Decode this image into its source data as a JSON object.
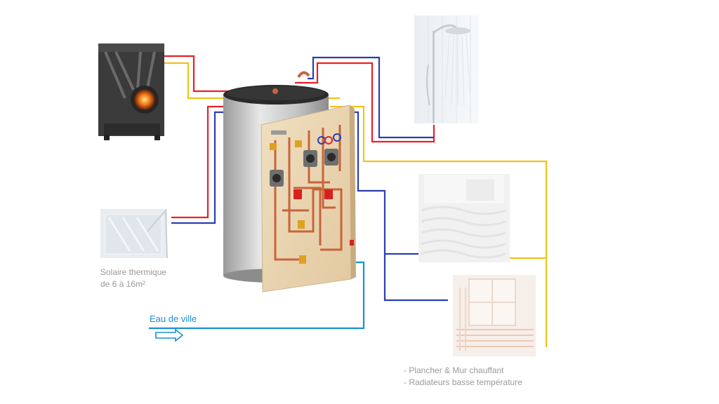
{
  "captions": {
    "solar_line1": "Solaire thermique",
    "solar_line2": "de 6 à 16m²",
    "mains_water": "Eau de ville",
    "emitters_line1": "- Plancher & Mur chauffant",
    "emitters_line2": "- Radiateurs basse température"
  },
  "colors": {
    "hot": "#e8202a",
    "cold": "#2a3fb0",
    "heating": "#f2c21b",
    "mains": "#1a8fd8",
    "tank": "#c9c9c9",
    "wood_panel": "#ead6b4",
    "copper": "#c8643c"
  },
  "icons": {
    "stove": "wood-stove-icon",
    "shower": "shower-icon",
    "solar": "solar-panel-icon",
    "floor": "underfloor-heating-icon",
    "radiator": "radiator-icon",
    "arrow": "flow-arrow-icon"
  }
}
